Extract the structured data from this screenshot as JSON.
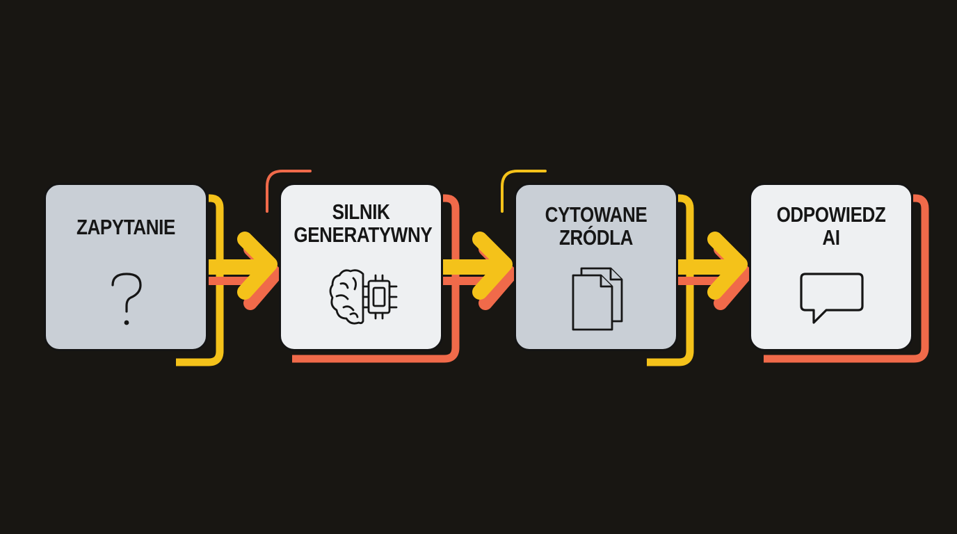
{
  "diagram": {
    "steps": [
      {
        "lines": [
          "ZAPYTANIE"
        ],
        "icon": "question-mark-icon"
      },
      {
        "lines": [
          "SILNIK",
          "GENERATYWNY"
        ],
        "icon": "brain-chip-icon"
      },
      {
        "lines": [
          "CYTOWANE",
          "ZRÓDLA"
        ],
        "icon": "documents-icon"
      },
      {
        "lines": [
          "ODPOWIEDZ",
          "AI"
        ],
        "icon": "speech-bubble-icon"
      }
    ],
    "colors": {
      "background": "#181612",
      "accent_yellow": "#f4c21a",
      "accent_coral": "#f06a4a",
      "box_gray": "#c9cfd6",
      "box_light": "#eef0f2",
      "outline": "#141414"
    }
  }
}
